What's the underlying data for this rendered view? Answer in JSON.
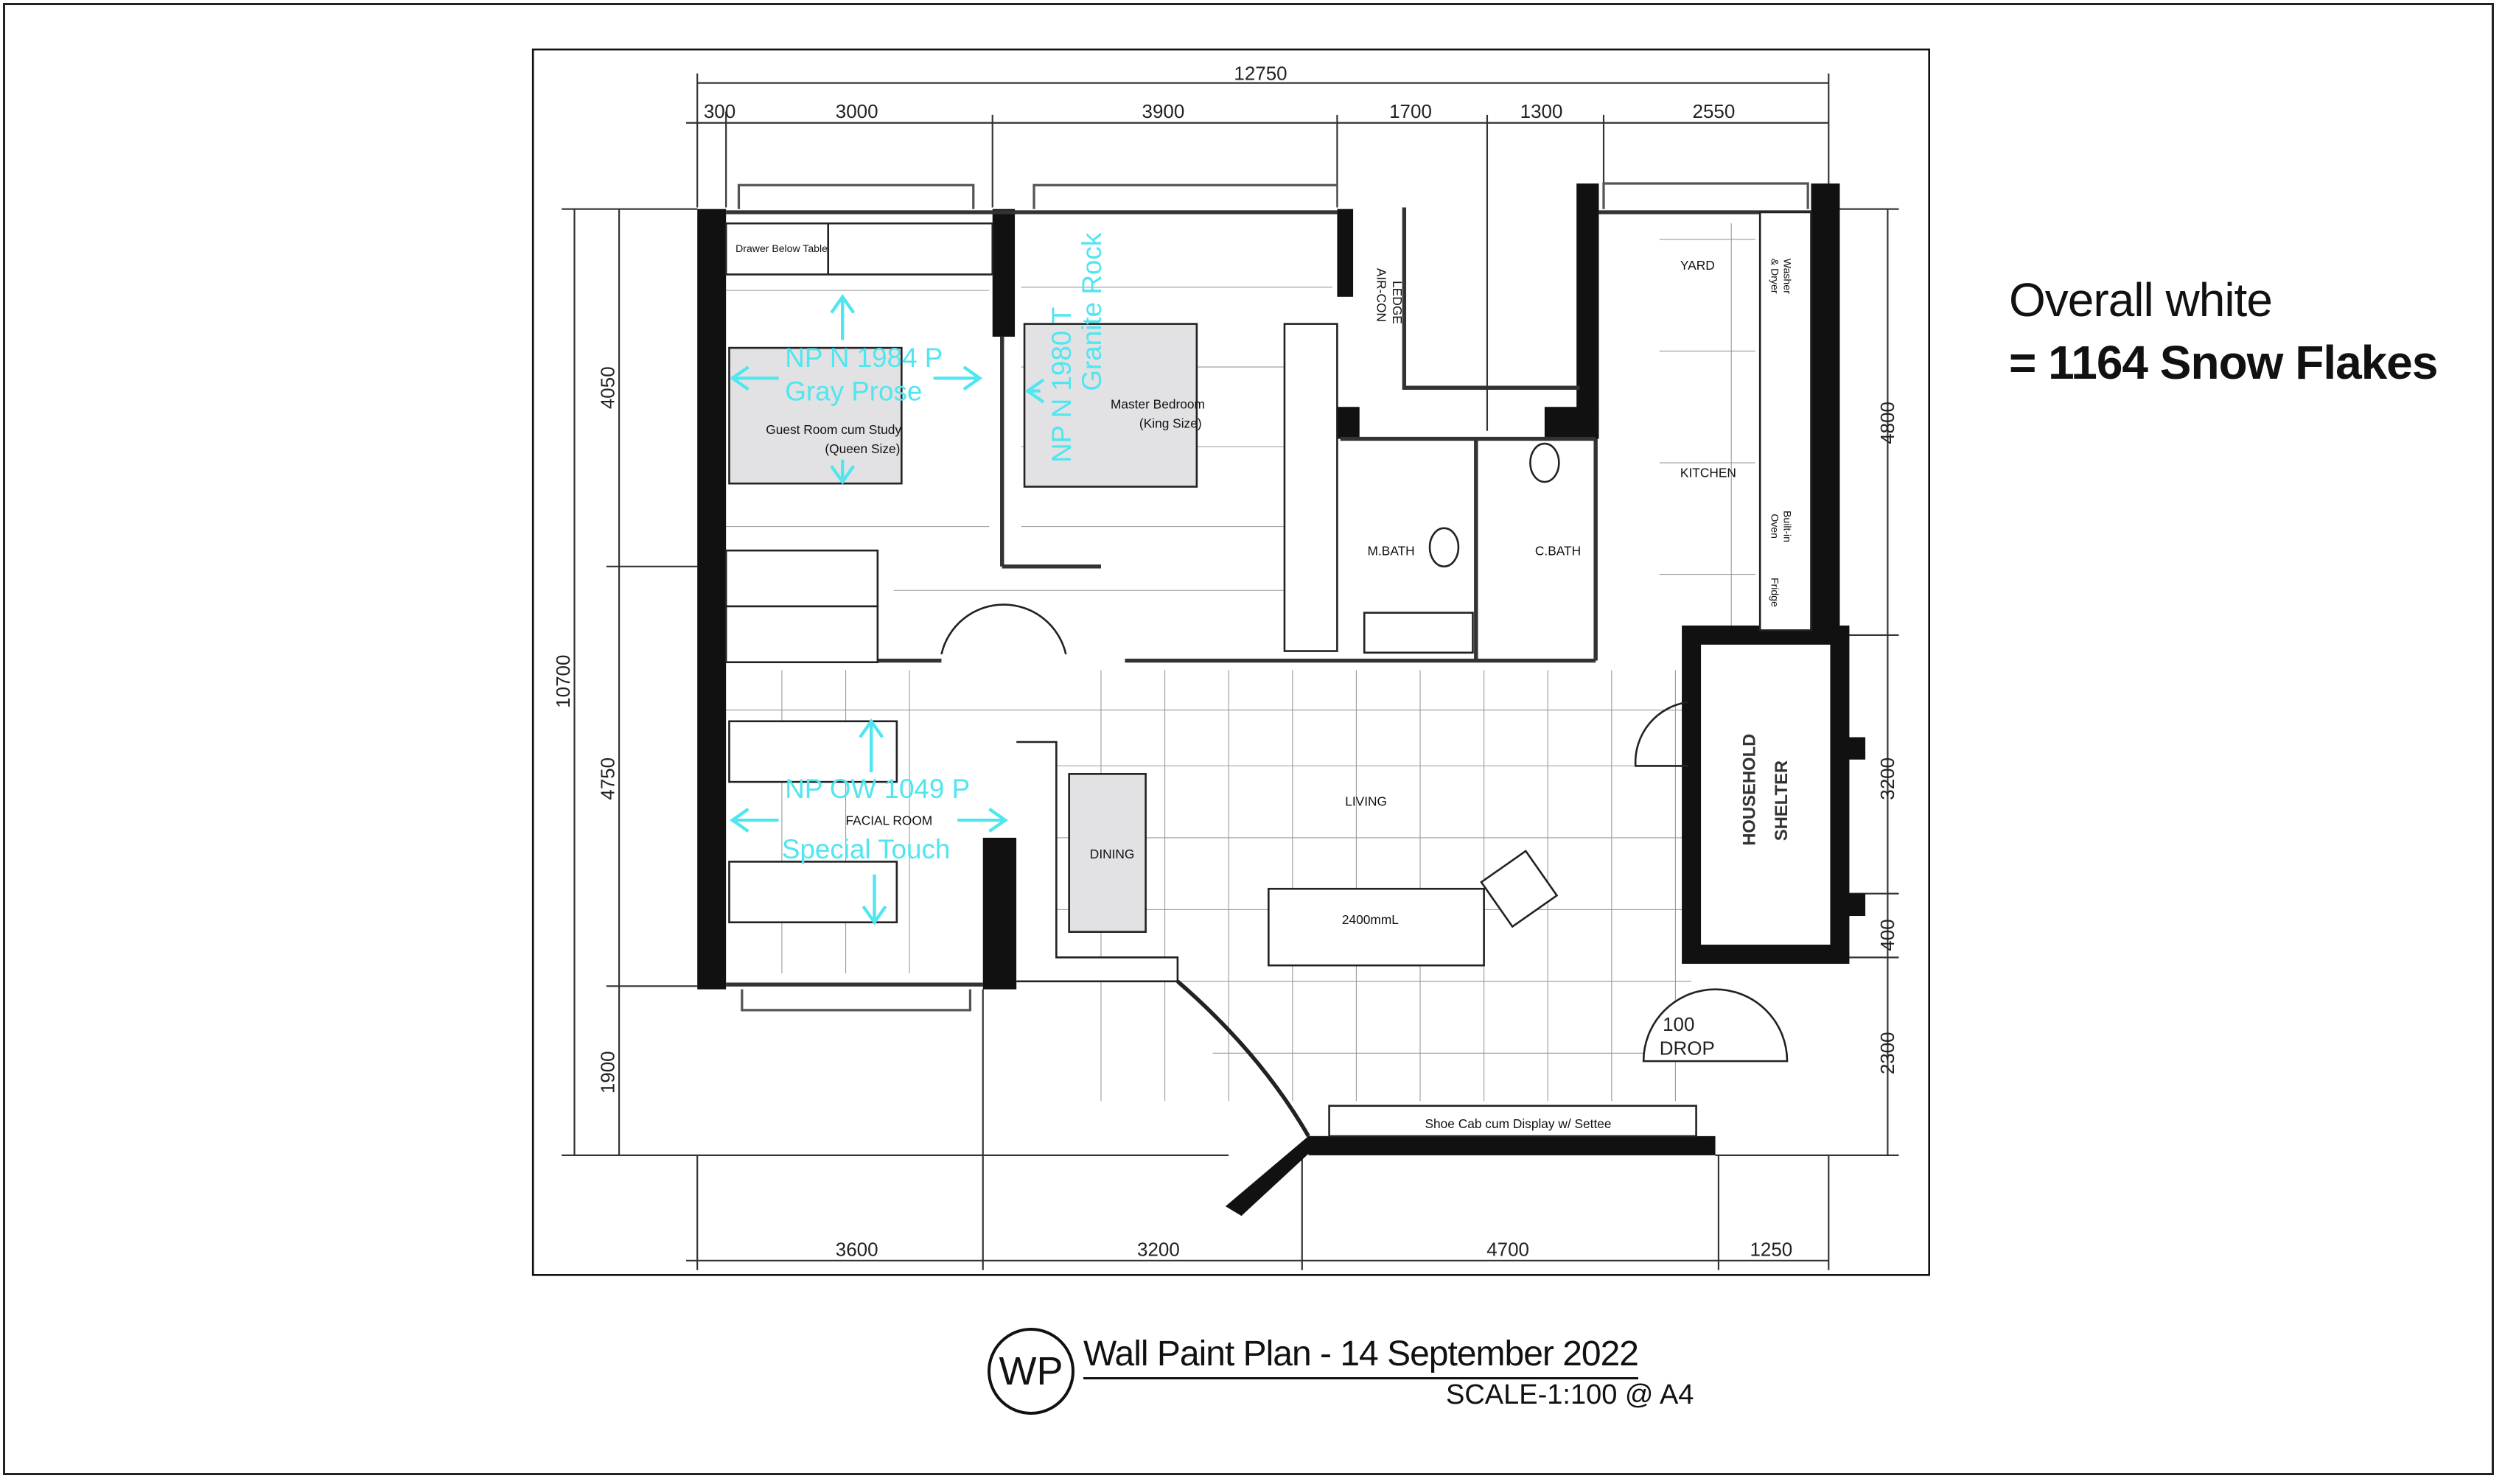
{
  "notes": {
    "line1": "Overall white",
    "line2": "= 1164 Snow Flakes"
  },
  "title_block": {
    "badge": "WP",
    "title": "Wall Paint Plan - 14 September 2022",
    "scale": "SCALE-1:100 @ A4"
  },
  "dimensions": {
    "top_total": "12750",
    "top": [
      "300",
      "3000",
      "3900",
      "1700",
      "1300",
      "2550"
    ],
    "bottom": [
      "3600",
      "3200",
      "4700",
      "1250"
    ],
    "left_total": "10700",
    "left": [
      "4050",
      "4750",
      "1900"
    ],
    "right": [
      "4800",
      "3200",
      "400",
      "2300"
    ]
  },
  "rooms": {
    "drawer": "Drawer Below Table",
    "guest": "Guest Room cum Study",
    "guest_bed": "(Queen Size)",
    "master": "Master Bedroom",
    "master_bed": "(King Size)",
    "aircon1": "AIR-CON",
    "aircon2": "LEDGE",
    "yard": "YARD",
    "washer1": "Washer",
    "washer2": "& Dryer",
    "kitchen": "KITCHEN",
    "oven1": "Built-in",
    "oven2": "Oven",
    "fridge": "Fridge",
    "mbath": "M.BATH",
    "cbath": "C.BATH",
    "facial": "FACIAL ROOM",
    "dining": "DINING",
    "living": "LIVING",
    "sofa": "2400mmL",
    "shelter1": "HOUSEHOLD",
    "shelter2": "SHELTER",
    "drop1": "100",
    "drop2": "DROP",
    "shoe": "Shoe Cab cum Display w/ Settee"
  },
  "paint_labels": {
    "guest_code": "NP N 1984 P",
    "guest_name": "Gray Prose",
    "master_code": "NP N 1980 T",
    "master_name": "Granite Rock",
    "facial_code": "NP OW 1049 P",
    "facial_name": "Special Touch"
  },
  "colors": {
    "paint_label": "#4fe6ef",
    "wall": "#111111",
    "furniture": "#e2e2e4"
  }
}
